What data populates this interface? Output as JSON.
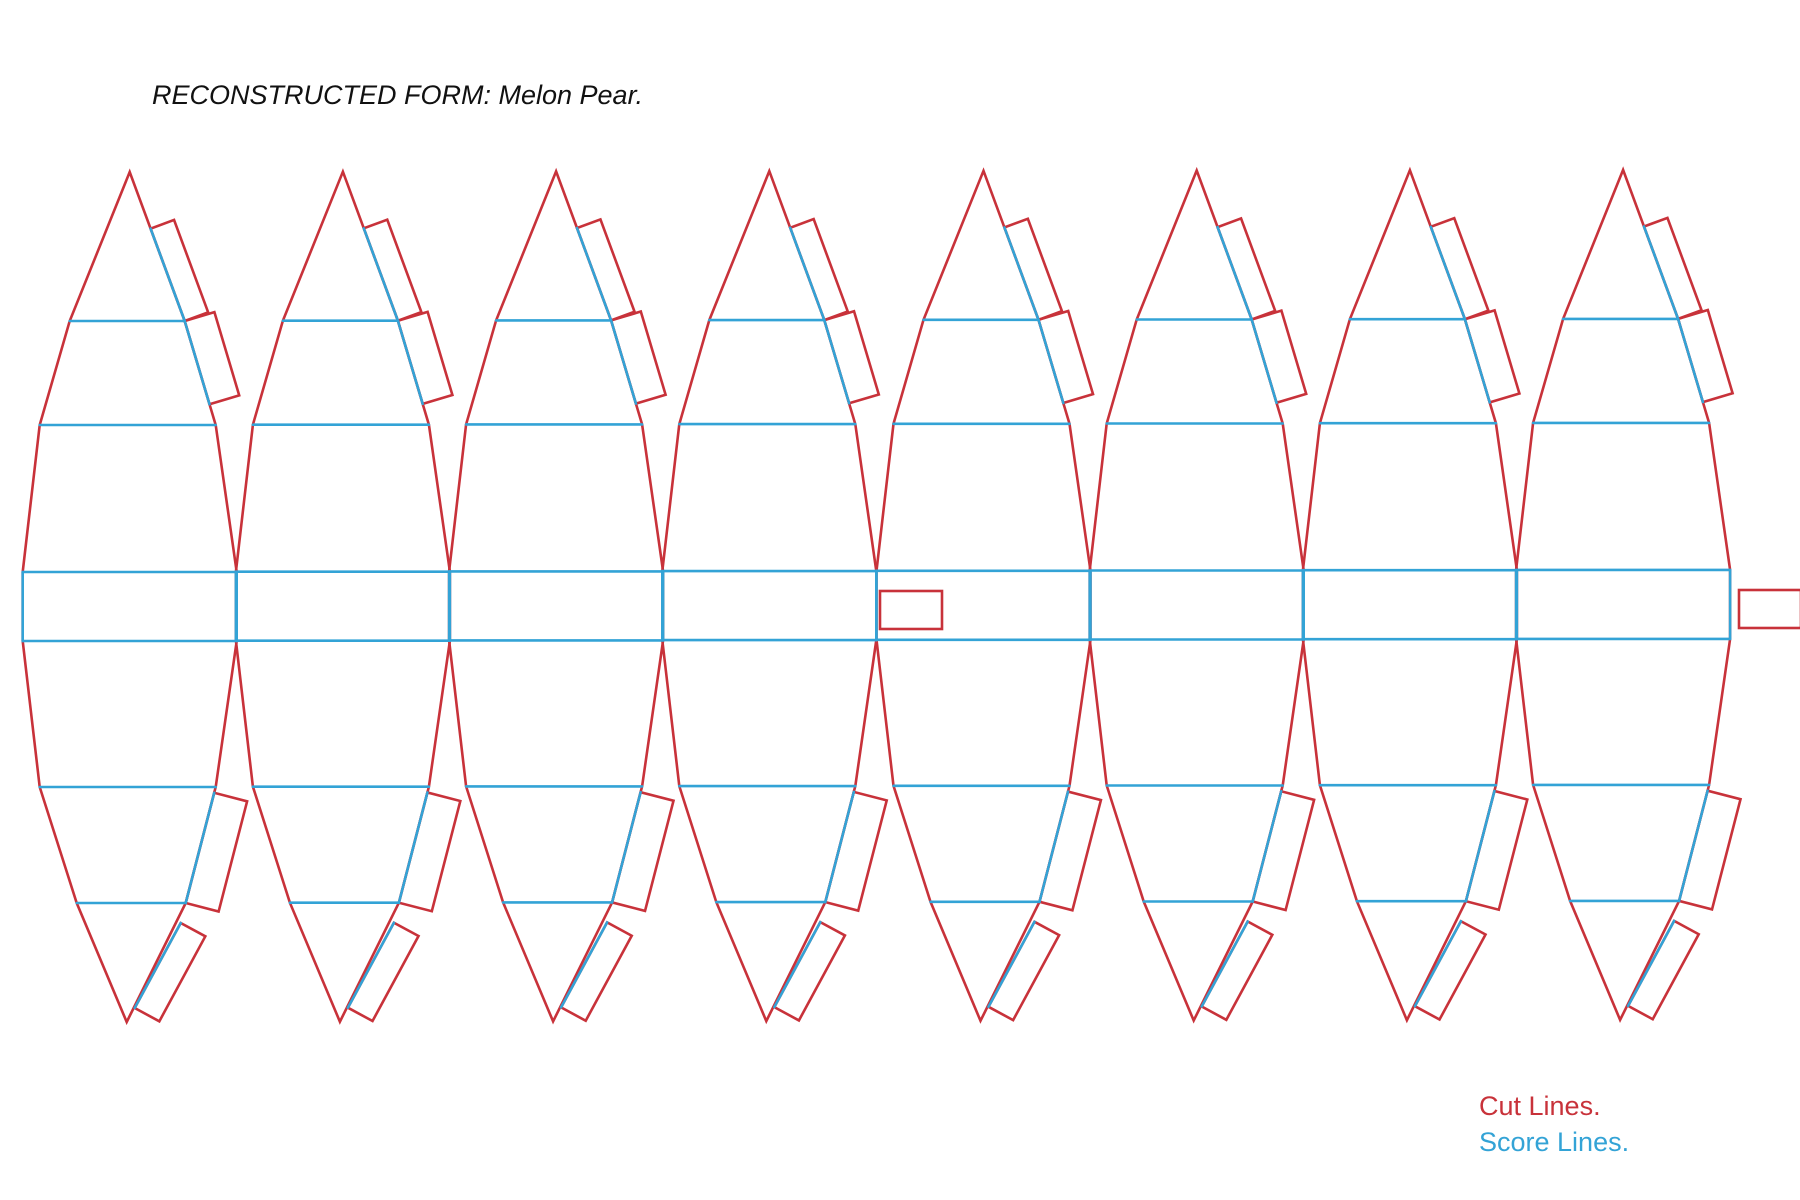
{
  "title": "RECONSTRUCTED FORM: Melon Pear.",
  "legend": {
    "cut": "Cut Lines.",
    "score": "Score Lines."
  },
  "colors": {
    "cut": "#c8323a",
    "score": "#33a3d6",
    "text": "#111111"
  },
  "segments": 8
}
